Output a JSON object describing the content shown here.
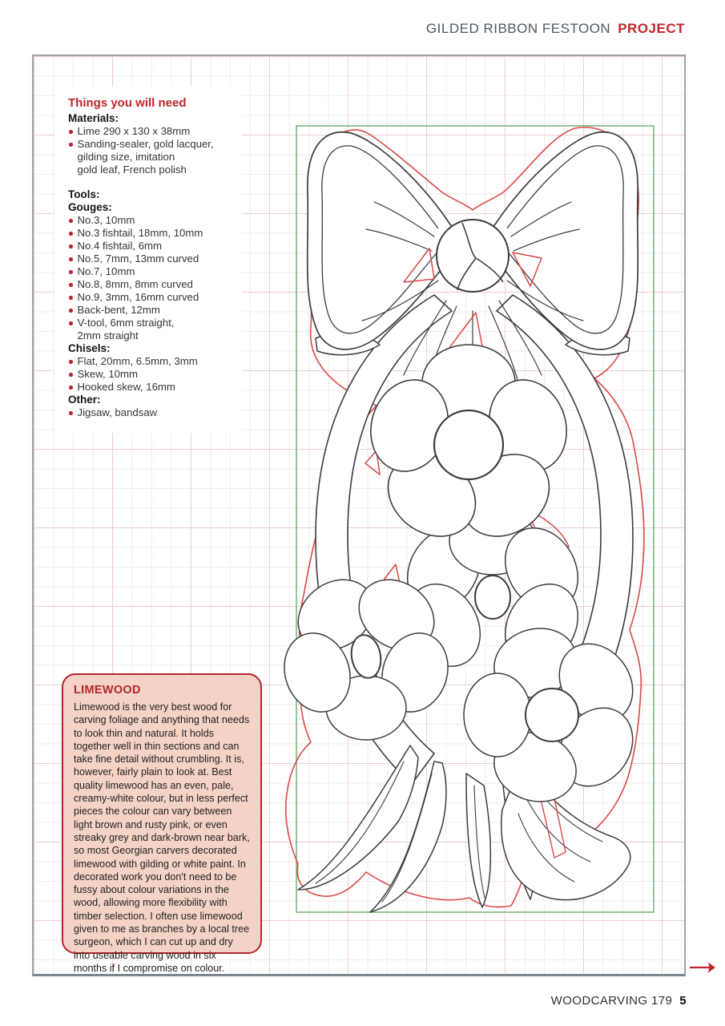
{
  "header": {
    "strapline": "GILDED RIBBON FESTOON",
    "badge": "PROJECT"
  },
  "needs": {
    "title": "Things you will need",
    "materials_heading": "Materials:",
    "materials": [
      "Lime 290 x 130 x 38mm",
      "Sanding-sealer, gold lacquer,\ngilding size, imitation\ngold leaf, French polish"
    ],
    "tools_heading": "Tools:",
    "gouges_heading": "Gouges:",
    "gouges": [
      "No.3, 10mm",
      "No.3 fishtail, 18mm, 10mm",
      "No.4 fishtail, 6mm",
      "No.5, 7mm, 13mm curved",
      "No.7, 10mm",
      "No.8, 8mm, 8mm curved",
      "No.9, 3mm, 16mm curved",
      "Back-bent, 12mm",
      "V-tool, 6mm straight,\n2mm straight"
    ],
    "chisels_heading": "Chisels:",
    "chisels": [
      "Flat, 20mm, 6.5mm, 3mm",
      "Skew, 10mm",
      "Hooked skew, 16mm"
    ],
    "other_heading": "Other:",
    "other": [
      "Jigsaw, bandsaw"
    ]
  },
  "sidebar_box": {
    "title": "LIMEWOOD",
    "body": "Limewood is the very best wood for carving foliage and anything that needs to look thin and natural. It holds together well in thin sections and can take fine detail without crumbling. It is, however, fairly plain to look at. Best quality limewood has an even, pale, creamy-white colour, but in less perfect pieces the colour can vary between light brown and rusty pink, or even streaky grey and dark-brown near bark, so most Georgian carvers decorated limewood with gilding or white paint. In decorated work you don't need to be fussy about colour variations in the wood, allowing more flexibility with timber selection. I often use limewood given to me as branches by a local tree surgeon, which I can cut up and dry into useable carving wood in six months if I compromise on colour."
  },
  "figure": {
    "description": "Full-size gridded carving pattern of a gilded ribbon festoon: bow with knot, ribbon wreath, flowers and trailing foliage",
    "frame_color": "#84ba84",
    "linework_color": "#3d3d3d",
    "cut_outline_color": "#d84a4a",
    "grid_minor_color": "#f8e9e9",
    "grid_major_color": "#eccfcf"
  },
  "footer": {
    "magazine": "WOODCARVING 179",
    "page_number": "5"
  },
  "colors": {
    "accent_red": "#c2242c",
    "header_gray": "#4d5962",
    "box_fill": "#f4d3c6",
    "box_border": "#b2262d"
  }
}
